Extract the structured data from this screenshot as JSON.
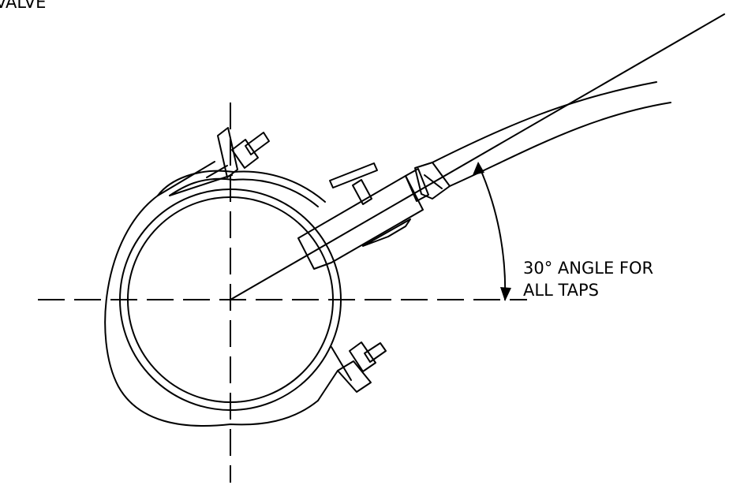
{
  "labels": {
    "valve": "VALVE",
    "angle_line1": "30° ANGLE FOR",
    "angle_line2": "ALL TAPS"
  },
  "colors": {
    "ink": "#000000",
    "background": "#ffffff"
  }
}
